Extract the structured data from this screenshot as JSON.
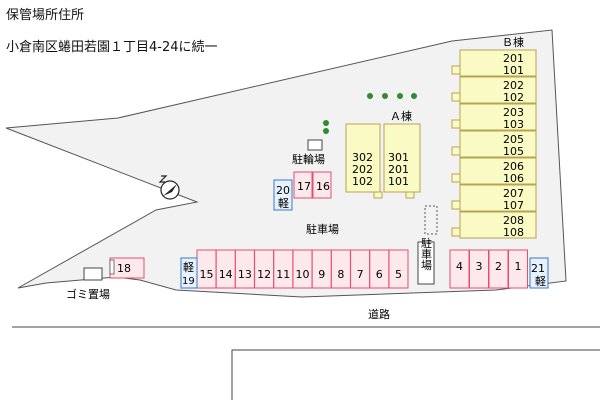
{
  "header": {
    "title": "保管場所住所",
    "address": "小倉南区蜷田若園１丁目4-24に続一"
  },
  "labels": {
    "bldg_b": "Ｂ棟",
    "bldg_a": "Ａ棟",
    "bicycle_parking": "駐輪場",
    "parking_lot": "駐車場",
    "parking_vertical": "駐車場",
    "garbage": "ゴミ置場",
    "road": "道路"
  },
  "building_b_units": [
    [
      "201",
      "101"
    ],
    [
      "202",
      "102"
    ],
    [
      "203",
      "103"
    ],
    [
      "205",
      "105"
    ],
    [
      "206",
      "106"
    ],
    [
      "207",
      "107"
    ],
    [
      "208",
      "108"
    ]
  ],
  "building_a_units": {
    "left": [
      "302",
      "202",
      "102"
    ],
    "right": [
      "301",
      "201",
      "101"
    ]
  },
  "bike_spots": [
    "17",
    "16"
  ],
  "kei_20": {
    "num": "20",
    "kei": "軽"
  },
  "bottom_spots": [
    "15",
    "14",
    "13",
    "12",
    "11",
    "10",
    "9",
    "8",
    "7",
    "6",
    "5"
  ],
  "kei_19": {
    "kei": "軽",
    "num": "19"
  },
  "right_spots": [
    "4",
    "3",
    "2",
    "1"
  ],
  "kei_21": {
    "num": "21",
    "kei": "軽"
  },
  "spot_18": "18",
  "colors": {
    "lot_fill": "#f2f2f2",
    "building_fill": "#fafac4",
    "building_stroke": "#b8a250",
    "parking_fill": "#fde8ec",
    "parking_stroke": "#e05070",
    "kei_fill": "#e6f2ff",
    "kei_stroke": "#3a78c8",
    "tree": "#2e8b2e"
  }
}
